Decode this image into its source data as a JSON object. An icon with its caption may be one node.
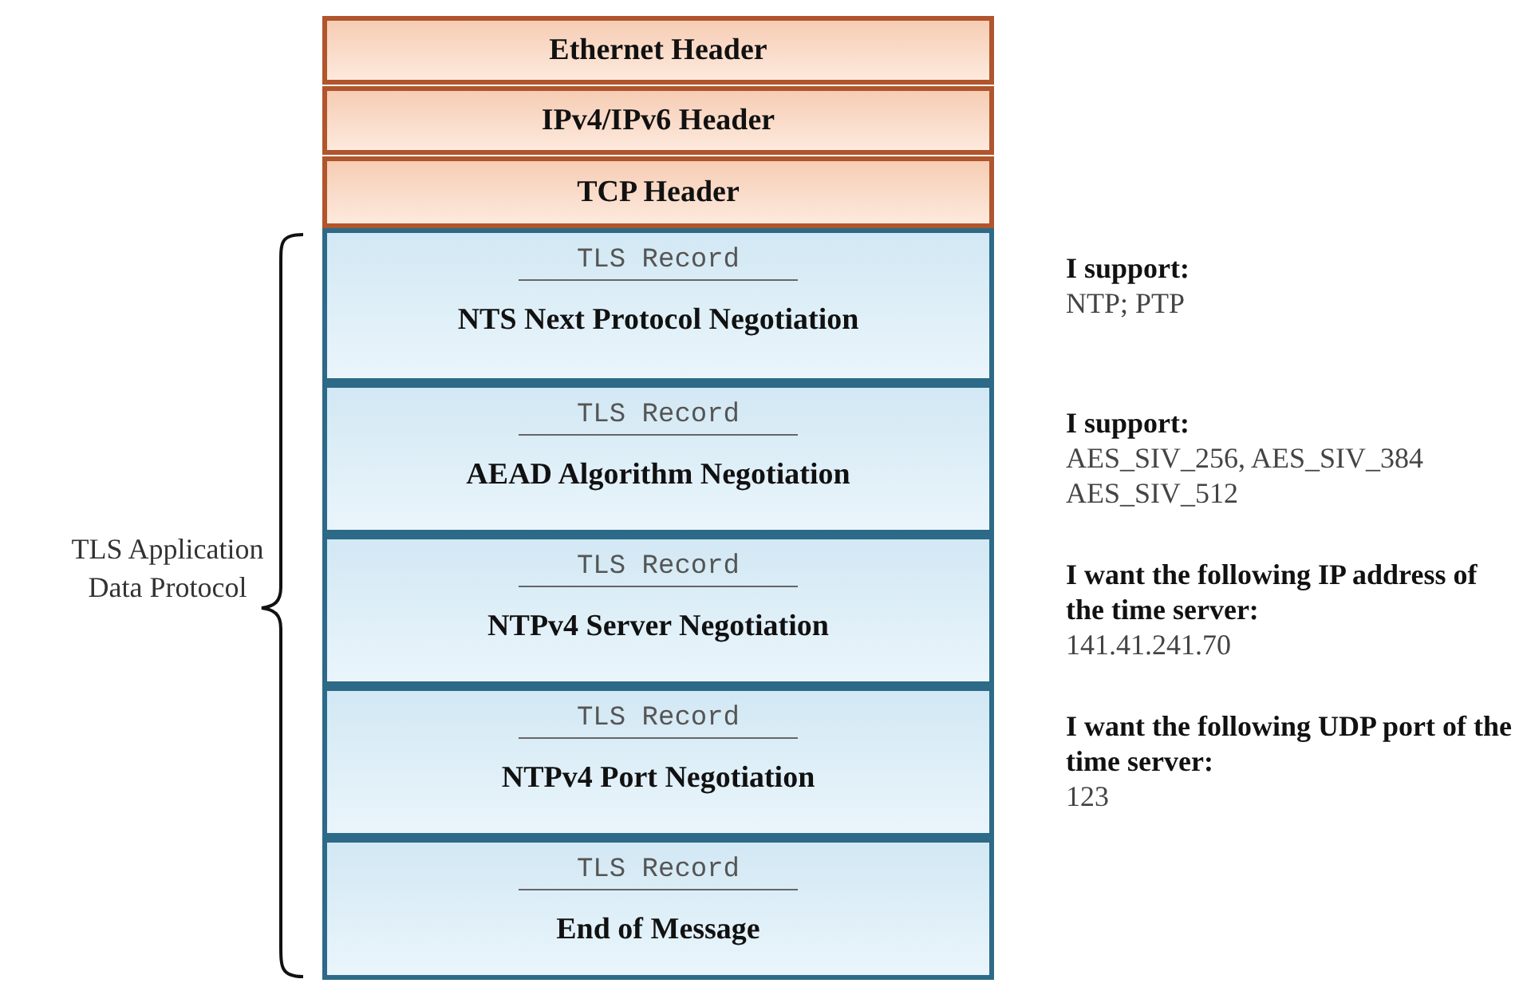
{
  "diagram": {
    "nodes": [
      {
        "text": [
          "Ethernet Header"
        ]
      },
      {
        "text": [
          "IPv4/IPv6 Header"
        ]
      },
      {
        "text": [
          "TCP Header"
        ]
      },
      {
        "text": [
          "TLS Record",
          "NTS Next Protocol Negotiation"
        ],
        "beside": [
          "I support:",
          "NTP; PTP"
        ]
      },
      {
        "text": [
          "TLS Record",
          "AEAD Algorithm Negotiation"
        ],
        "beside": [
          "I support:",
          "AES_SIV_256, AES_SIV_384 AES_SIV_512"
        ]
      },
      {
        "text": [
          "TLS Record",
          "NTPv4 Server Negotiation"
        ],
        "beside": [
          "I want the following IP address of the time server:",
          "141.41.241.70"
        ]
      },
      {
        "text": [
          "TLS Record",
          "NTPv4 Port Negotiation"
        ],
        "beside": [
          "I want the following UDP port of the time server:",
          "123"
        ]
      },
      {
        "text": [
          "TLS Record",
          "End of Message"
        ]
      }
    ],
    "labels": [
      "TLS Application Data Protocol"
    ]
  }
}
